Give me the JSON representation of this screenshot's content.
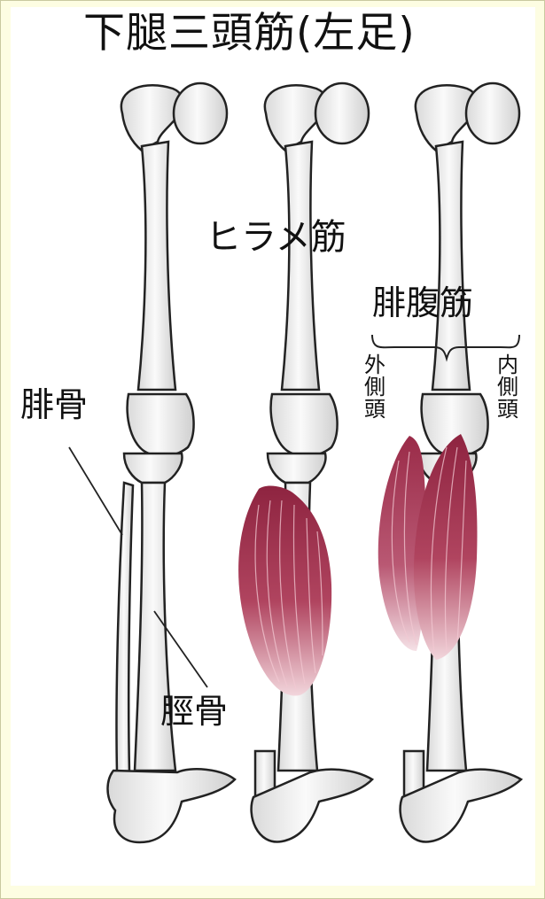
{
  "title": "下腿三頭筋(左足)",
  "labels": {
    "soleus": "ヒラメ筋",
    "gastrocnemius": "腓腹筋",
    "lateral_head": "外側頭",
    "medial_head": "内側頭",
    "fibula": "腓骨",
    "tibia": "脛骨"
  },
  "colors": {
    "background": "#fbfbd9",
    "bone_fill": "#f2f2f2",
    "bone_stroke": "#222222",
    "muscle": "#a8324f"
  }
}
